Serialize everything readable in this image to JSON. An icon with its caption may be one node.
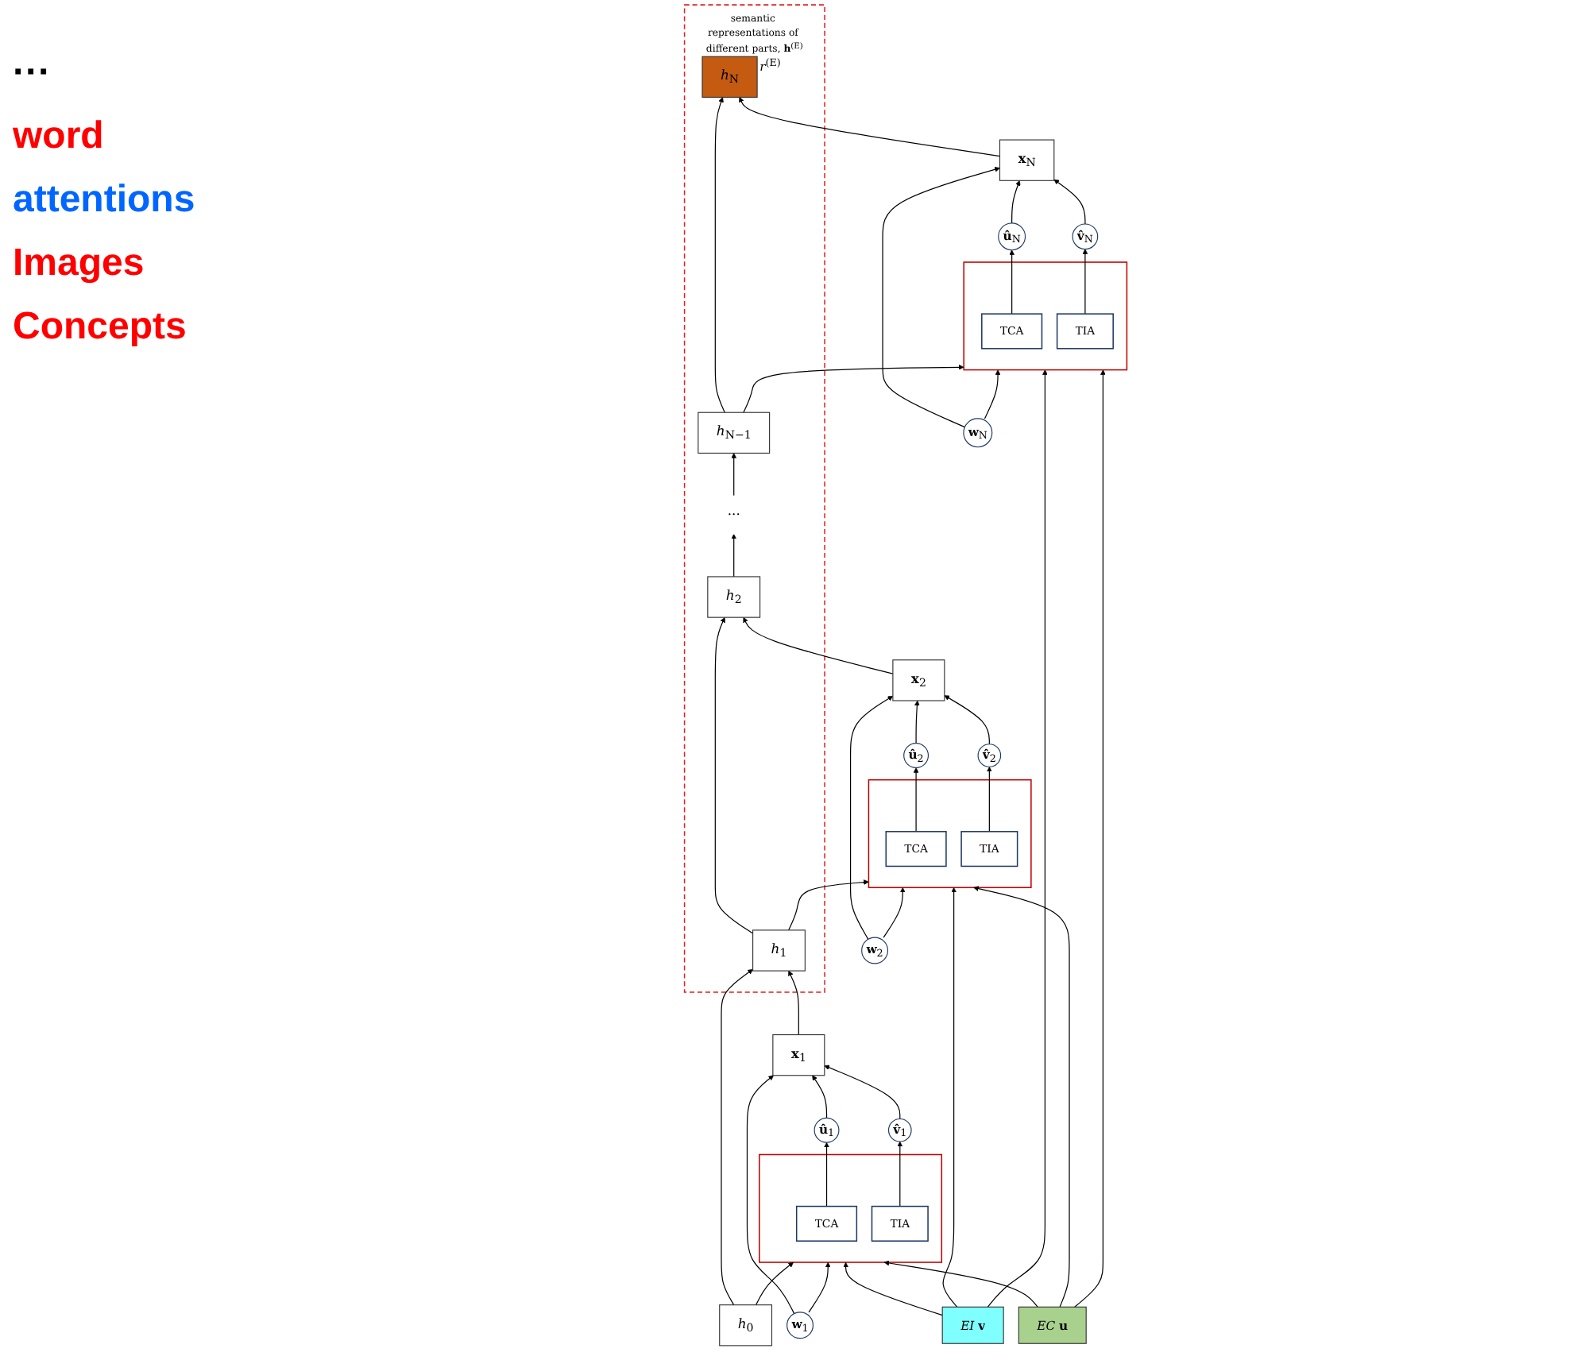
{
  "diagram": {
    "nodes": [
      {
        "text": [
          "semantic representations of different parts, **h**$^{(E)}$"
        ]
      },
      {
        "text": [
          "*h*$_{0}$"
        ]
      },
      {
        "text": [
          "*h*$_{1}$"
        ],
        "in": 0
      },
      {
        "text": [
          "*h*$_{2}$"
        ],
        "in": 0
      },
      {
        "text": [
          "···"
        ],
        "in": 0
      },
      {
        "text": [
          "*h*$_{N−1}$"
        ],
        "in": 0
      },
      {
        "text": [
          "*h*$_{N}$"
        ],
        "in": 0,
        "beside": [
          "*r*$^{(E)}$"
        ]
      },
      {
        "text": [
          "**x**$_{1}$"
        ]
      },
      {
        "text": [
          "**x**$_{2}$"
        ]
      },
      {
        "text": [
          "**x**$_{N}$"
        ]
      },
      {
        "text": [
          "**w**$_{1}$"
        ]
      },
      {
        "text": [
          "**û**$_{1}$"
        ]
      },
      {
        "text": [
          "**v̂**$_{1}$"
        ]
      },
      {
        "text": [
          "**w**$_{2}$"
        ]
      },
      {
        "text": [
          "**û**$_{2}$"
        ]
      },
      {
        "text": [
          "**v̂**$_{2}$"
        ]
      },
      {
        "text": [
          "**w**$_{N}$"
        ]
      },
      {
        "text": [
          "**û**$_{N}$"
        ]
      },
      {
        "text": [
          "**v̂**$_{N}$"
        ]
      },
      {
        "text": [],
        "shape": "box"
      },
      {
        "text": [
          "TCA"
        ],
        "in": 19
      },
      {
        "text": [
          "TIA"
        ],
        "in": 19
      },
      {
        "text": [],
        "shape": "box"
      },
      {
        "text": [
          "TCA"
        ],
        "in": 22
      },
      {
        "text": [
          "TIA"
        ],
        "in": 22
      },
      {
        "text": [],
        "shape": "box"
      },
      {
        "text": [
          "TCA"
        ],
        "in": 25
      },
      {
        "text": [
          "TIA"
        ],
        "in": 25
      },
      {
        "text": [
          "*EI* **v**"
        ]
      },
      {
        "text": [
          "*EC* **u**"
        ]
      }
    ],
    "edges": [
      {
        "from": 1,
        "to": 2,
        "arrow": "to"
      },
      {
        "from": 2,
        "to": 3,
        "arrow": "to"
      },
      {
        "from": 3,
        "to": 4,
        "arrow": "to"
      },
      {
        "from": 4,
        "to": 5,
        "arrow": "to"
      },
      {
        "from": 5,
        "to": 6,
        "arrow": "to"
      },
      {
        "from": 7,
        "to": 2,
        "arrow": "to"
      },
      {
        "from": 8,
        "to": 3,
        "arrow": "to"
      },
      {
        "from": 9,
        "to": 6,
        "arrow": "to"
      },
      {
        "from": 10,
        "to": 7,
        "arrow": "to"
      },
      {
        "from": 11,
        "to": 7,
        "arrow": "to"
      },
      {
        "from": 12,
        "to": 7,
        "arrow": "to"
      },
      {
        "from": 13,
        "to": 8,
        "arrow": "to"
      },
      {
        "from": 14,
        "to": 8,
        "arrow": "to"
      },
      {
        "from": 15,
        "to": 8,
        "arrow": "to"
      },
      {
        "from": 16,
        "to": 9,
        "arrow": "to"
      },
      {
        "from": 17,
        "to": 9,
        "arrow": "to"
      },
      {
        "from": 18,
        "to": 9,
        "arrow": "to"
      },
      {
        "from": 10,
        "to": 19,
        "arrow": "to"
      },
      {
        "from": 20,
        "to": 11,
        "arrow": "to"
      },
      {
        "from": 21,
        "to": 12,
        "arrow": "to"
      },
      {
        "from": 13,
        "to": 22,
        "arrow": "to"
      },
      {
        "from": 23,
        "to": 14,
        "arrow": "to"
      },
      {
        "from": 24,
        "to": 15,
        "arrow": "to"
      },
      {
        "from": 16,
        "to": 25,
        "arrow": "to"
      },
      {
        "from": 26,
        "to": 17,
        "arrow": "to"
      },
      {
        "from": 27,
        "to": 18,
        "arrow": "to"
      },
      {
        "from": 1,
        "to": 19,
        "arrow": "to"
      },
      {
        "from": 2,
        "to": 22,
        "arrow": "to"
      },
      {
        "from": 5,
        "to": 25,
        "arrow": "to"
      },
      {
        "from": 28,
        "to": 19,
        "arrow": "to"
      },
      {
        "from": 28,
        "to": 22,
        "arrow": "to"
      },
      {
        "from": 28,
        "to": 25,
        "arrow": "to"
      },
      {
        "from": 29,
        "to": 19,
        "arrow": "to"
      },
      {
        "from": 29,
        "to": 22,
        "arrow": "to"
      },
      {
        "from": 29,
        "to": 25,
        "arrow": "to"
      }
    ],
    "labels": [
      "···",
      "word",
      "attentions",
      "Images",
      "Concepts"
    ]
  }
}
